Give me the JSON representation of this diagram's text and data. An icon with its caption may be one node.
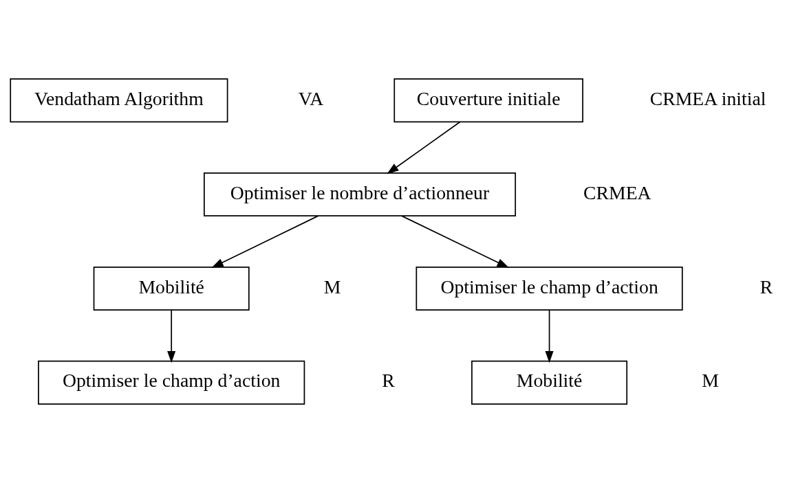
{
  "diagram": {
    "nodes": [
      {
        "text": [
          "Vendatham Algorithm"
        ],
        "beside": [
          "VA"
        ]
      },
      {
        "text": [
          "Couverture initiale"
        ],
        "beside": [
          "CRMEA initial"
        ]
      },
      {
        "text": [
          "Optimiser le nombre d’actionneur"
        ]
      },
      {
        "text": [
          "Mobilité"
        ],
        "beside": [
          "M"
        ]
      },
      {
        "text": [
          "Optimiser le champ d’action"
        ],
        "beside": [
          "R"
        ]
      },
      {
        "text": [
          "Optimiser le champ d’action"
        ],
        "beside": [
          "R"
        ]
      },
      {
        "text": [
          "Mobilité"
        ],
        "beside": [
          "M"
        ]
      }
    ],
    "edges": [
      {
        "from": 1,
        "to": 2,
        "arrow": "to"
      },
      {
        "from": 2,
        "to": 3,
        "arrow": "to"
      },
      {
        "from": 2,
        "to": 4,
        "arrow": "to"
      },
      {
        "from": 3,
        "to": 5,
        "arrow": "to"
      },
      {
        "from": 4,
        "to": 6,
        "arrow": "to"
      }
    ],
    "labels": [
      "CRMEA"
    ]
  }
}
